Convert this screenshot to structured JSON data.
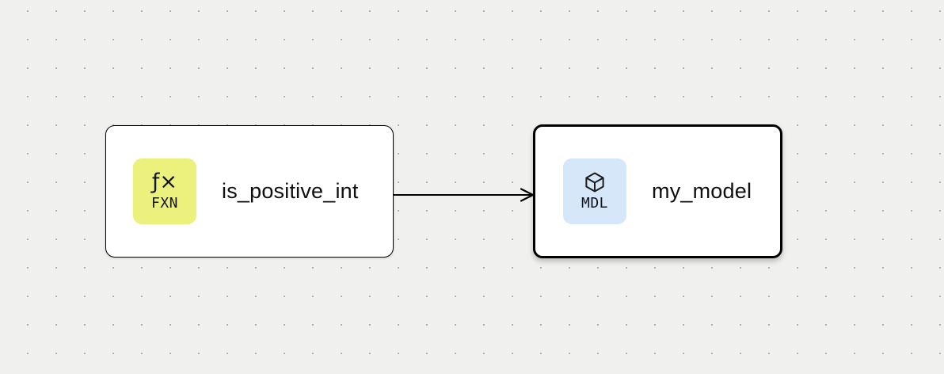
{
  "canvas": {
    "background_color": "#f0f0ef",
    "dot_color": "#b3b3b3"
  },
  "nodes": [
    {
      "id": "function-node",
      "label": "is_positive_int",
      "type": "function",
      "selected": false,
      "badge": {
        "icon": "function-icon",
        "icon_glyph": "ƒ×",
        "text": "FXN",
        "color": "#ecf07d"
      }
    },
    {
      "id": "model-node",
      "label": "my_model",
      "type": "model",
      "selected": true,
      "badge": {
        "icon": "cube-icon",
        "text": "MDL",
        "color": "#d6e7fa"
      }
    }
  ],
  "edges": [
    {
      "from": "is_positive_int",
      "to": "my_model",
      "direction": "left-to-right",
      "color": "#000000",
      "arrowhead": "open-chevron"
    }
  ]
}
